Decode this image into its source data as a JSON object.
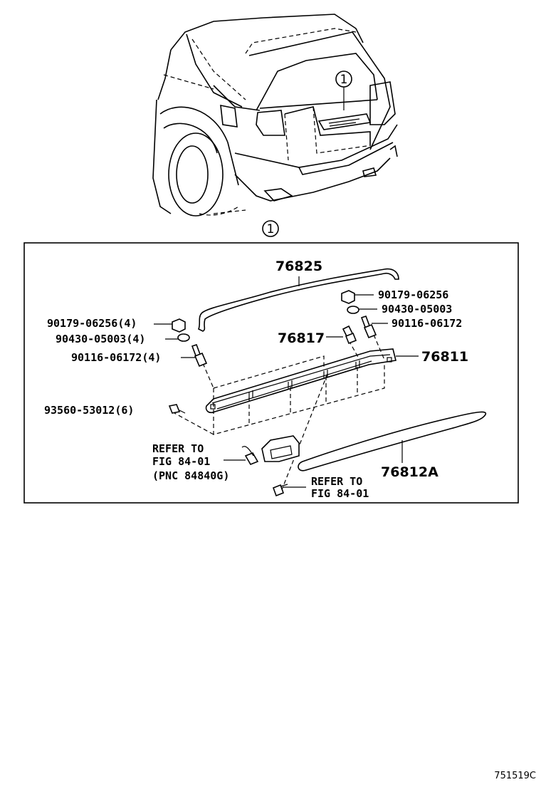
{
  "callout": {
    "number": "1"
  },
  "parts": {
    "p76825": "76825",
    "p90179_right": "90179-06256",
    "p90430_right": "90430-05003",
    "p90116_right": "90116-06172",
    "p90179_left": "90179-06256(4)",
    "p90430_left": "90430-05003(4)",
    "p90116_left": "90116-06172(4)",
    "p76817": "76817",
    "p76811": "76811",
    "p93560": "93560-53012(6)",
    "p76812A": "76812A"
  },
  "refs": {
    "ref1_line1": "REFER TO",
    "ref1_line2": "FIG 84-01",
    "ref1_line3": "(PNC 84840G)",
    "ref2_line1": "REFER TO",
    "ref2_line2": "FIG 84-01"
  },
  "figure_code": "751519C"
}
